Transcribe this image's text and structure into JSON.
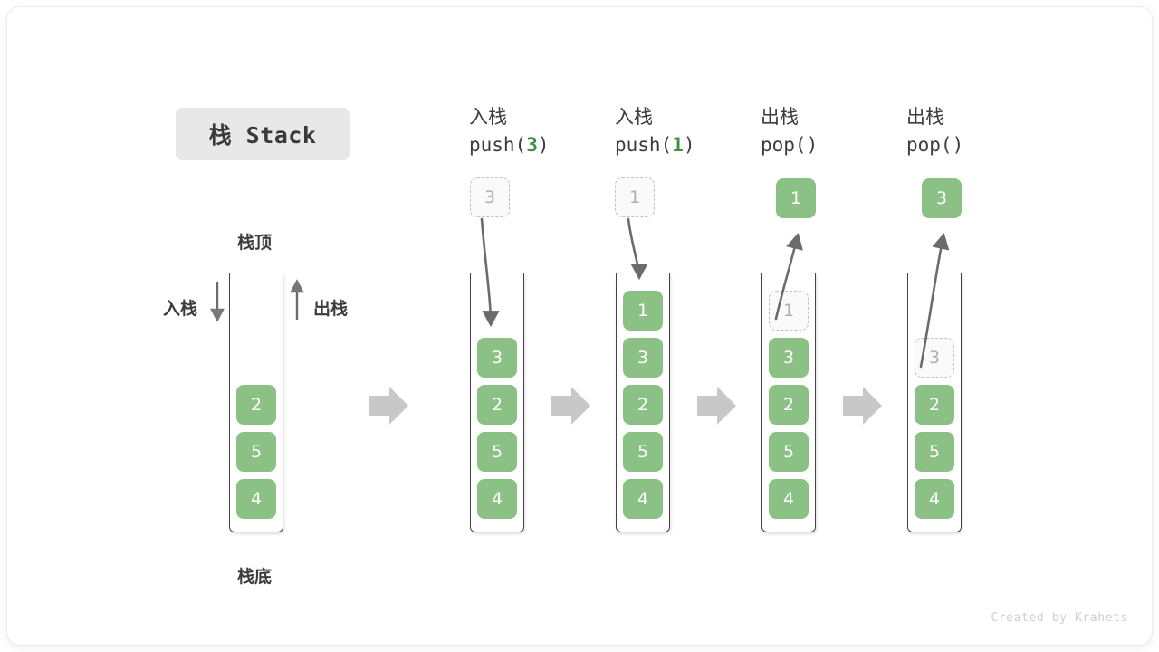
{
  "title": {
    "badge_label": "栈 Stack"
  },
  "annotations": {
    "stack_top": "栈顶",
    "stack_bottom": "栈底",
    "push_label": "入栈",
    "pop_label": "出栈"
  },
  "colors": {
    "element_green": "#8cc185",
    "arg_green": "#3f9142",
    "ghost_border": "#c0c0c0",
    "ghost_fill": "#fafafa",
    "ghost_text": "#b0b0b0",
    "tube_stroke": "#444444",
    "sep_arrow": "#c8c8c8",
    "badge_bg": "#e8e8e8",
    "text": "#3c3c3c"
  },
  "columns": [
    {
      "id": "initial",
      "head_line1": "",
      "head_line2": "",
      "head_arg": "",
      "stack": [
        "2",
        "5",
        "4"
      ],
      "incoming": null,
      "outgoing": null,
      "ghost_in_stack": null
    },
    {
      "id": "push-3",
      "head_line1": "入栈",
      "head_line2_prefix": "push(",
      "head_arg": "3",
      "head_line2_suffix": ")",
      "stack": [
        "3",
        "2",
        "5",
        "4"
      ],
      "incoming": "3",
      "outgoing": null,
      "ghost_in_stack": null
    },
    {
      "id": "push-1",
      "head_line1": "入栈",
      "head_line2_prefix": "push(",
      "head_arg": "1",
      "head_line2_suffix": ")",
      "stack": [
        "1",
        "3",
        "2",
        "5",
        "4"
      ],
      "incoming": "1",
      "outgoing": null,
      "ghost_in_stack": null
    },
    {
      "id": "pop-1",
      "head_line1": "出栈",
      "head_line2_prefix": "pop(",
      "head_arg": "",
      "head_line2_suffix": ")",
      "stack": [
        "3",
        "2",
        "5",
        "4"
      ],
      "incoming": null,
      "outgoing": "1",
      "ghost_in_stack": "1"
    },
    {
      "id": "pop-2",
      "head_line1": "出栈",
      "head_line2_prefix": "pop(",
      "head_arg": "",
      "head_line2_suffix": ")",
      "stack": [
        "2",
        "5",
        "4"
      ],
      "incoming": null,
      "outgoing": "3",
      "ghost_in_stack": "3"
    }
  ],
  "footer": {
    "credit": "Created by Krahets"
  }
}
